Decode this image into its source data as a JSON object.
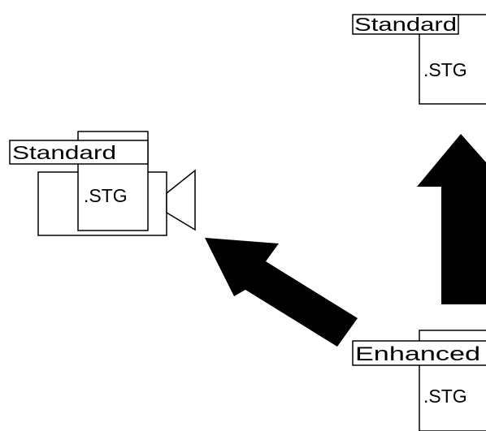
{
  "nodes": {
    "top_right": {
      "label": "Standard",
      "ext": ".STG"
    },
    "camera": {
      "label": "Standard",
      "ext": ".STG"
    },
    "bottom_right": {
      "label": "Enhanced",
      "ext": ".STG"
    }
  },
  "icons": {
    "camera": "video-camera-icon",
    "arrow_up": "arrow-up-icon",
    "arrow_up_left": "arrow-up-left-icon"
  },
  "colors": {
    "ink": "#000000",
    "paper": "#ffffff"
  }
}
